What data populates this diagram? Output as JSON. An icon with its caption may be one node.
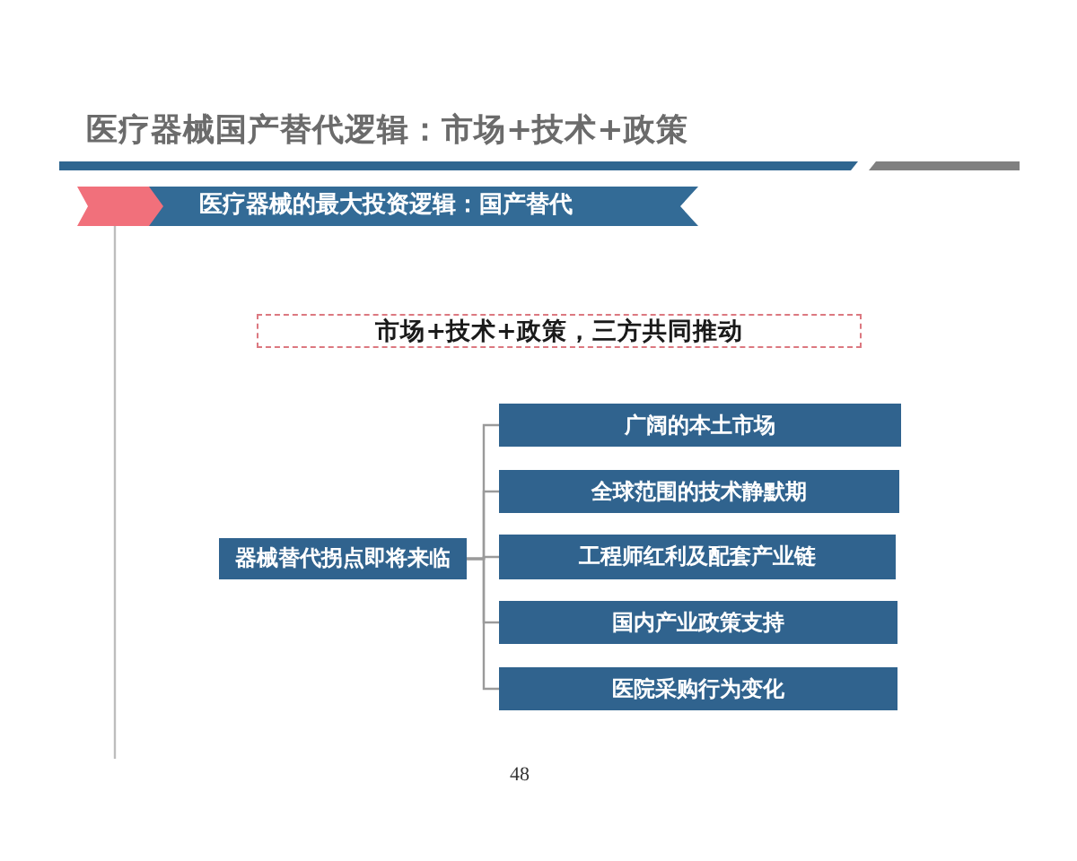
{
  "diagram": {
    "title": "医疗器械国产替代逻辑：市场+技术+政策",
    "nodes": [
      {
        "text": [
          "医疗器械的最大投资逻辑：国产替代"
        ]
      },
      {
        "text": [
          "市场+技术+政策，三方共同推动"
        ]
      },
      {
        "text": [
          "器械替代拐点即将来临"
        ]
      },
      {
        "text": [
          "广阔的本土市场"
        ]
      },
      {
        "text": [
          "全球范围的技术静默期"
        ]
      },
      {
        "text": [
          "工程师红利及配套产业链"
        ]
      },
      {
        "text": [
          "国内产业政策支持"
        ]
      },
      {
        "text": [
          "医院采购行为变化"
        ]
      }
    ],
    "edges": [
      {
        "from": 2,
        "to": 3,
        "arrow": "none"
      },
      {
        "from": 2,
        "to": 4,
        "arrow": "none"
      },
      {
        "from": 2,
        "to": 5,
        "arrow": "none"
      },
      {
        "from": 2,
        "to": 6,
        "arrow": "none"
      },
      {
        "from": 2,
        "to": 7,
        "arrow": "none"
      }
    ],
    "labels": [
      "48"
    ]
  }
}
